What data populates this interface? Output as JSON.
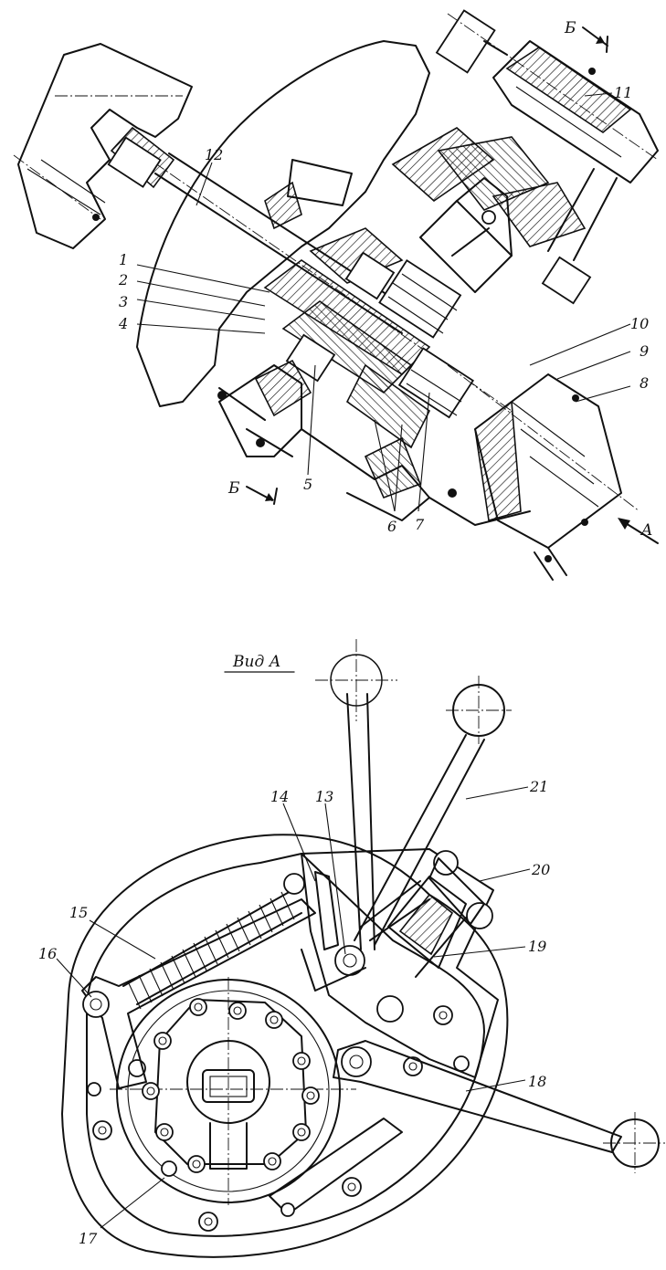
{
  "figure": {
    "section_marks": {
      "top": "Б",
      "bottom": "Б"
    },
    "view_arrow": "A",
    "view_title": "Вид А",
    "top_part_labels": [
      "1",
      "2",
      "3",
      "4",
      "5",
      "6",
      "7",
      "8",
      "9",
      "10",
      "11",
      "12"
    ],
    "bottom_part_labels": [
      "13",
      "14",
      "15",
      "16",
      "17",
      "18",
      "19",
      "20",
      "21"
    ]
  }
}
